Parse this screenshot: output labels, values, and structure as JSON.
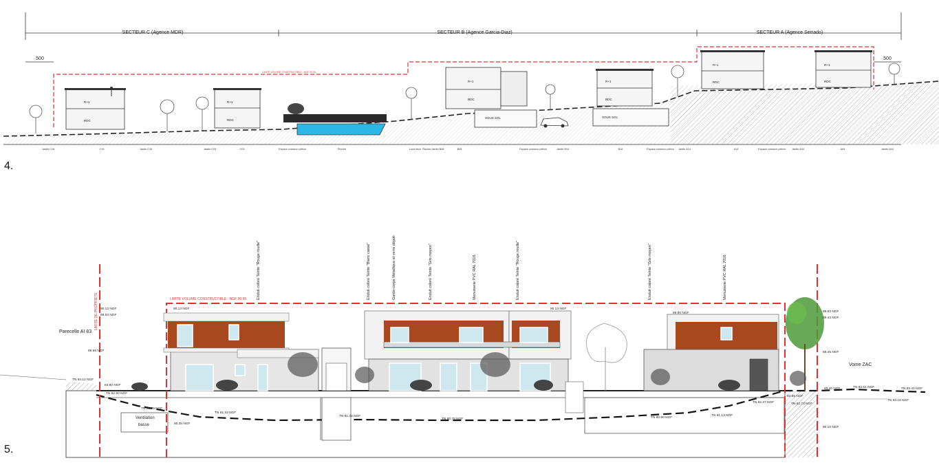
{
  "figures": [
    {
      "number": "4.",
      "sectors": [
        {
          "label": "SECTEUR C (Agence MDR)"
        },
        {
          "label": "SECTEUR B (Agence Garcia-Diaz)"
        },
        {
          "label": "SECTEUR A (Agence Serrado)"
        }
      ],
      "dimensions": [
        {
          "label": "500"
        },
        {
          "label": "500"
        }
      ],
      "limit_label": "LIMITE VOLUME CONSTRUCTIBLE - NGF 90.95",
      "level_labels": [
        "R+1",
        "RDC",
        "R+1",
        "RDC",
        "R+1",
        "RDC",
        "R+1",
        "RDC",
        "SOUS SOL",
        "SOUS SOL",
        "R+1",
        "RDC",
        "R+1",
        "RDC"
      ],
      "ground_labels": [
        "Jardin C16",
        "C15",
        "Jardin C15",
        "Jardin C03",
        "C03",
        "Espace commun piéton",
        "Piscine",
        "Local tech. Piscine Jardin B08",
        "B08",
        "Espace commun piéton",
        "Jardin B16",
        "B16",
        "Espace commun piéton",
        "Jardin A14",
        "A14",
        "Espace commun piéton",
        "Jardin A04",
        "A04",
        "Jardin A04"
      ]
    },
    {
      "number": "5.",
      "limit_label": "LIMITE VOLUME CONSTRUCTIBLE - NGF 90.95",
      "property_limit": "LIMITE DE PROPRIETE",
      "parcel": "Parecelle AI 83",
      "road": "Voirie ZAC",
      "ventilation": "Ventilation basse",
      "materials": [
        "Enduit coloré Teinte \"Rouge rouille\"",
        "Enduit coloré Teinte \"Blanc cassé\"",
        "Garde-corps Métallique et verre dépoli",
        "Enduit coloré Teinte \"Gris moyen\"",
        "Menuiserie PVC RAL 7016",
        "Enduit coloré Teinte \"Rouge rouille\"",
        "Enduit coloré Teinte \"Gris moyen\"",
        "Menuiserie PVC RAL 7016"
      ],
      "ngf_labels": [
        "90.13 NGF",
        "89.63 NGF",
        "86.65 NGF",
        "TN 84.12 NGF",
        "83.80 NGF",
        "TN 82.90 NGF",
        "90.13 NGF",
        "90.13 NGF",
        "89.80 NGF",
        "TN 81.79 NGF",
        "80.35 NGF",
        "TN 81.33 NGF",
        "TN 81.02 NGF",
        "TN 80.78 NGF",
        "TN 80.90 NGF",
        "TN 81.13 NGF",
        "TN 82.27 NGF",
        "82.65 NGF",
        "89.93 NGF",
        "89.43 NGF",
        "86.45 NGF",
        "83.40 NGF",
        "TN 83.51 NGF",
        "TN 83.42 NGF",
        "TN 83.16 NGF",
        "TN 82.73 NGF",
        "80.10 NGF"
      ]
    }
  ],
  "colors": {
    "limit_red": "#e03030",
    "facade_rust": "#a8481e",
    "facade_white": "#f2f2f2",
    "facade_grey": "#cfcfcf",
    "hatch": "#9a9a9a",
    "pool": "#2cb8e6",
    "tree_green": "#4c9a3a"
  },
  "icons": [
    "tree-icon",
    "shrub-icon",
    "person-icon",
    "car-icon"
  ]
}
